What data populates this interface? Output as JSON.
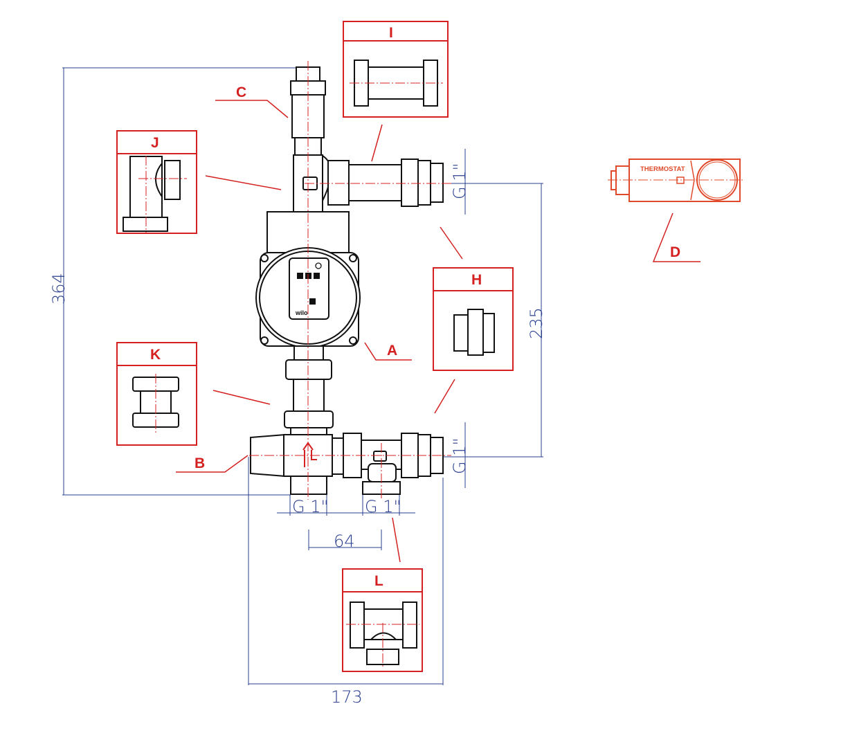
{
  "labels": {
    "A": "A",
    "B": "B",
    "C": "C",
    "D": "D",
    "H": "H",
    "I": "I",
    "J": "J",
    "K": "K",
    "L": "L"
  },
  "dimensions": {
    "total_height": "364",
    "outlet_height": "235",
    "total_width": "173",
    "port_spacing": "64",
    "thread_top_right": "G 1\"",
    "thread_bottom_right": "G 1\"",
    "thread_bottom_left": "G 1\"",
    "thread_bottom_mid": "G 1\""
  },
  "thermostat": {
    "label": "THERMOSTAT"
  },
  "pump": {
    "brand": "wilo"
  },
  "colors": {
    "callout": "#d42020",
    "dimension": "#2a3f8f",
    "thermostat": "#e04a2a"
  }
}
